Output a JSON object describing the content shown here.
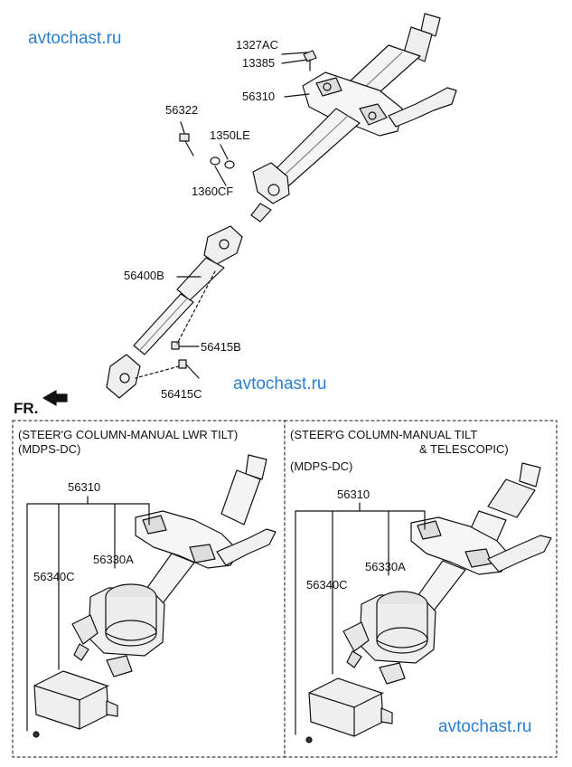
{
  "watermarks": [
    "avtochast.ru",
    "avtochast.ru",
    "avtochast.ru"
  ],
  "front_indicator": "FR.",
  "top_diagram": {
    "labels": {
      "p1327ac": "1327AC",
      "p13385": "13385",
      "p56310": "56310",
      "p56322": "56322",
      "p1350le": "1350LE",
      "p1360cf": "1360CF",
      "p56400b": "56400B",
      "p56415b": "56415B",
      "p56415c": "56415C"
    }
  },
  "left_variant": {
    "title_line1": "(STEER'G COLUMN-MANUAL LWR TILT)",
    "title_line2": "(MDPS-DC)",
    "p56310": "56310",
    "p56330a": "56330A",
    "p56340c": "56340C"
  },
  "right_variant": {
    "title_line1": "(STEER'G COLUMN-MANUAL TILT",
    "title_line2": "& TELESCOPIC)",
    "title_line3": "(MDPS-DC)",
    "p56310": "56310",
    "p56330a": "56330A",
    "p56340c": "56340C"
  },
  "colors": {
    "watermark": "#2a7fd0",
    "line": "#111111",
    "part_fill": "#f2f2f2",
    "shade": "#9a9a9a"
  }
}
